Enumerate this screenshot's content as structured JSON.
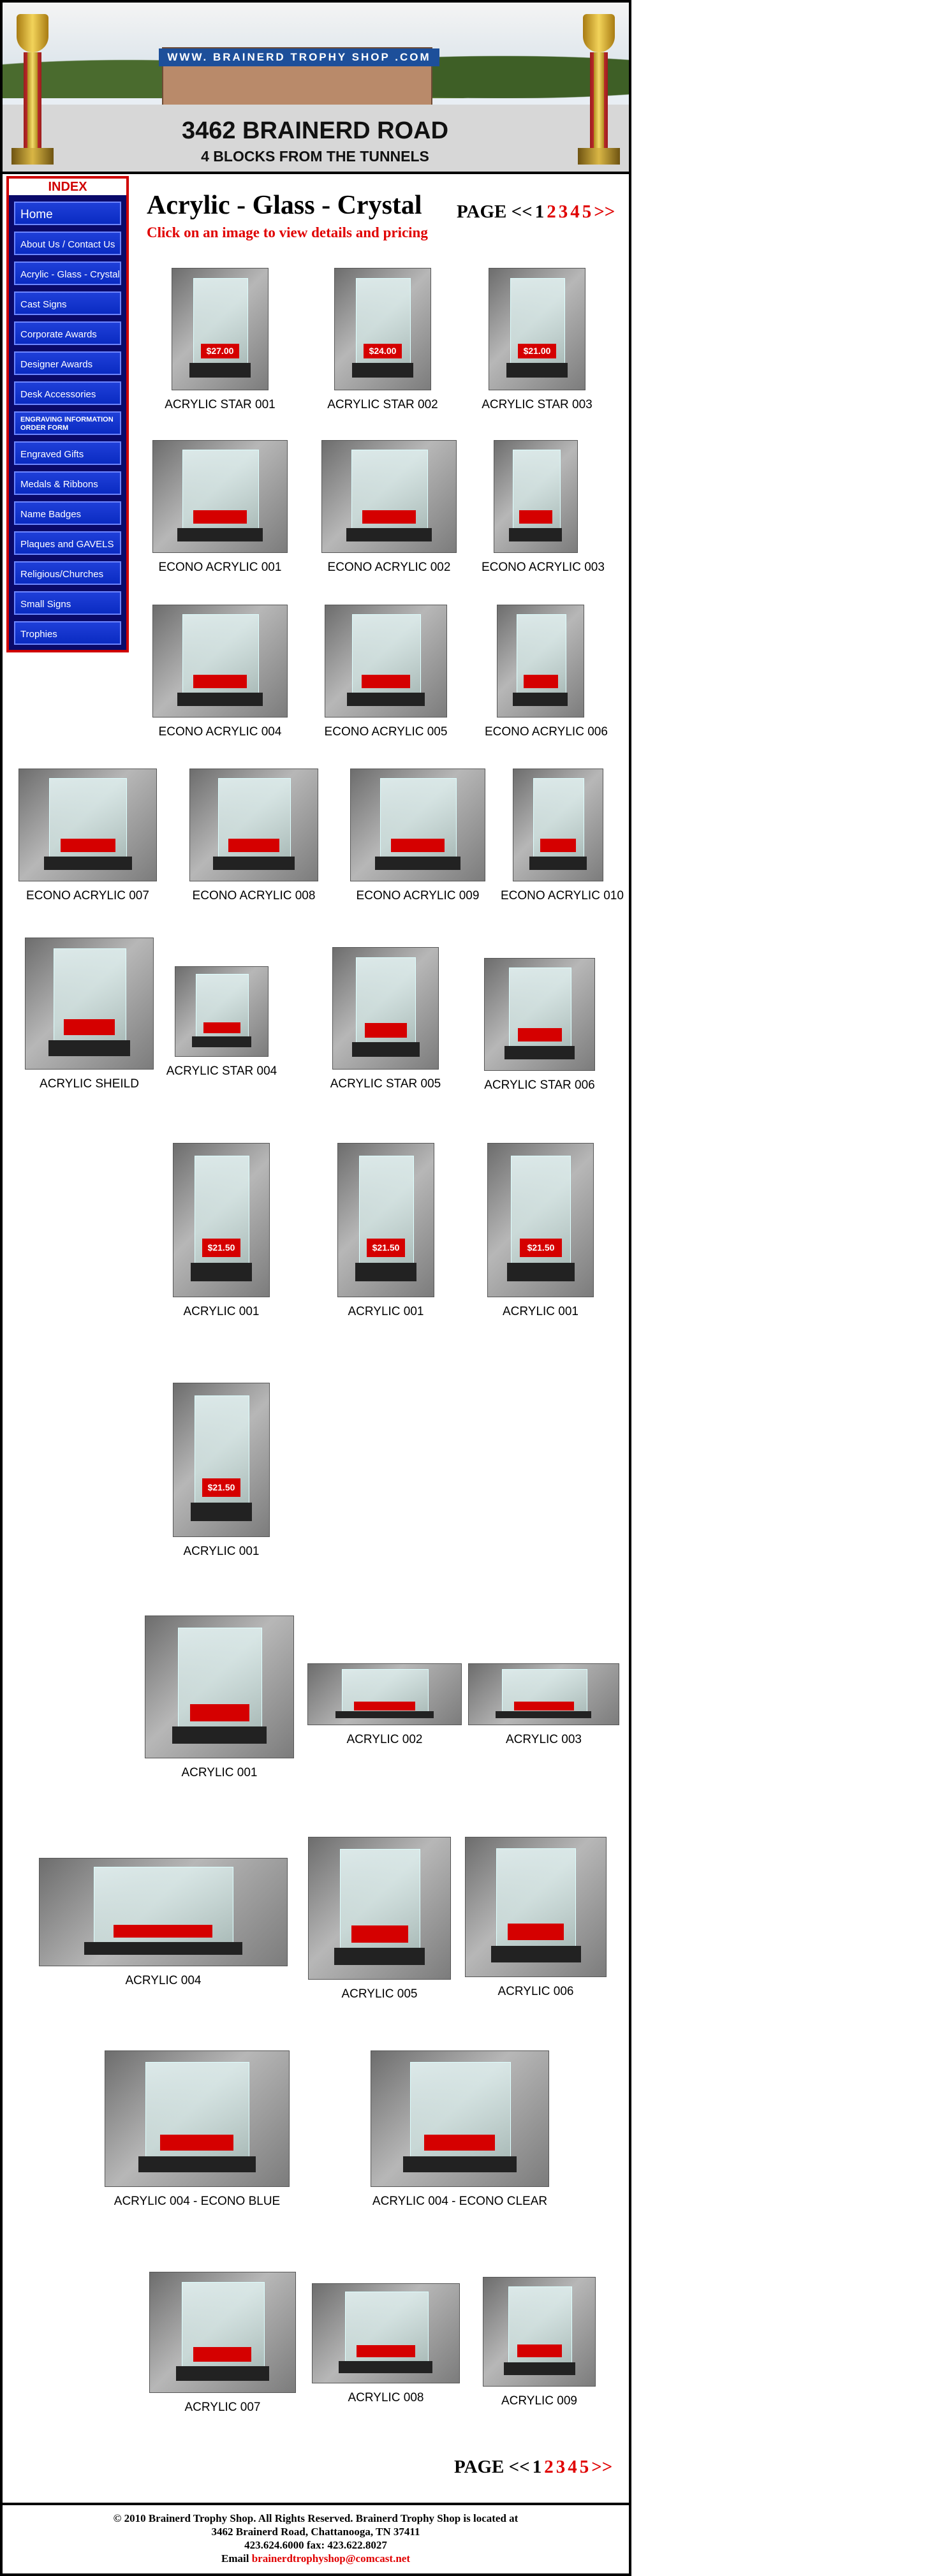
{
  "header": {
    "shop_sign": "WWW. BRAINERD TROPHY SHOP .COM",
    "address": "3462 BRAINERD ROAD",
    "directions": "4 BLOCKS FROM THE TUNNELS"
  },
  "sidebar": {
    "title": "INDEX",
    "items": [
      {
        "label": "Home"
      },
      {
        "label": "About Us / Contact Us"
      },
      {
        "label": "Acrylic - Glass - Crystal"
      },
      {
        "label": "Cast Signs"
      },
      {
        "label": "Corporate Awards"
      },
      {
        "label": "Designer Awards"
      },
      {
        "label": "Desk Accessories"
      },
      {
        "label": "ENGRAVING INFORMATION ORDER FORM"
      },
      {
        "label": "Engraved Gifts"
      },
      {
        "label": "Medals & Ribbons"
      },
      {
        "label": "Name Badges"
      },
      {
        "label": "Plaques and GAVELS"
      },
      {
        "label": "Religious/Churches"
      },
      {
        "label": "Small Signs"
      },
      {
        "label": "Trophies"
      }
    ]
  },
  "main": {
    "title": "Acrylic - Glass - Crystal",
    "subtitle": "Click on an image to view details and pricing",
    "pager": {
      "prefix": "PAGE <<",
      "current": "1",
      "pages": [
        "2",
        "3",
        "4",
        "5"
      ],
      "next": ">>"
    }
  },
  "products": [
    {
      "label": "ACRYLIC STAR 001",
      "price": "$27.00"
    },
    {
      "label": "ACRYLIC STAR 002",
      "price": "$24.00"
    },
    {
      "label": "ACRYLIC STAR 003",
      "price": "$21.00"
    },
    {
      "label": "ECONO ACRYLIC 001"
    },
    {
      "label": "ECONO ACRYLIC 002"
    },
    {
      "label": "ECONO ACRYLIC 003"
    },
    {
      "label": "ECONO ACRYLIC 004"
    },
    {
      "label": "ECONO ACRYLIC 005"
    },
    {
      "label": "ECONO ACRYLIC 006"
    },
    {
      "label": "ECONO ACRYLIC 007"
    },
    {
      "label": "ECONO ACRYLIC 008"
    },
    {
      "label": "ECONO ACRYLIC 009"
    },
    {
      "label": "ECONO ACRYLIC 010"
    },
    {
      "label": "ACRYLIC SHEILD"
    },
    {
      "label": "ACRYLIC STAR 004"
    },
    {
      "label": "ACRYLIC STAR 005"
    },
    {
      "label": "ACRYLIC STAR 006"
    },
    {
      "label": "ACRYLIC 001",
      "price": "$21.50"
    },
    {
      "label": "ACRYLIC 001",
      "price": "$21.50"
    },
    {
      "label": "ACRYLIC 001",
      "price": "$21.50"
    },
    {
      "label": "ACRYLIC 001",
      "price": "$21.50"
    },
    {
      "label": "ACRYLIC 001"
    },
    {
      "label": "ACRYLIC 002"
    },
    {
      "label": "ACRYLIC 003"
    },
    {
      "label": "ACRYLIC 004"
    },
    {
      "label": "ACRYLIC 005"
    },
    {
      "label": "ACRYLIC 006"
    },
    {
      "label": "ACRYLIC 004 - ECONO BLUE"
    },
    {
      "label": "ACRYLIC 004 - ECONO CLEAR"
    },
    {
      "label": "ACRYLIC 007"
    },
    {
      "label": "ACRYLIC 008"
    },
    {
      "label": "ACRYLIC 009"
    }
  ],
  "footer": {
    "line1": "© 2010 Brainerd Trophy Shop.    All Rights Reserved.   Brainerd Trophy Shop is located at",
    "line2": "3462 Brainerd Road, Chattanooga, TN 37411",
    "line3": "423.624.6000  fax: 423.622.8027",
    "email_prefix": "Email",
    "email": "brainerdtrophyshop@comcast.net"
  },
  "colors": {
    "accent_red": "#e00000",
    "nav_blue": "#0a2bc2",
    "nav_border": "#d00000"
  }
}
